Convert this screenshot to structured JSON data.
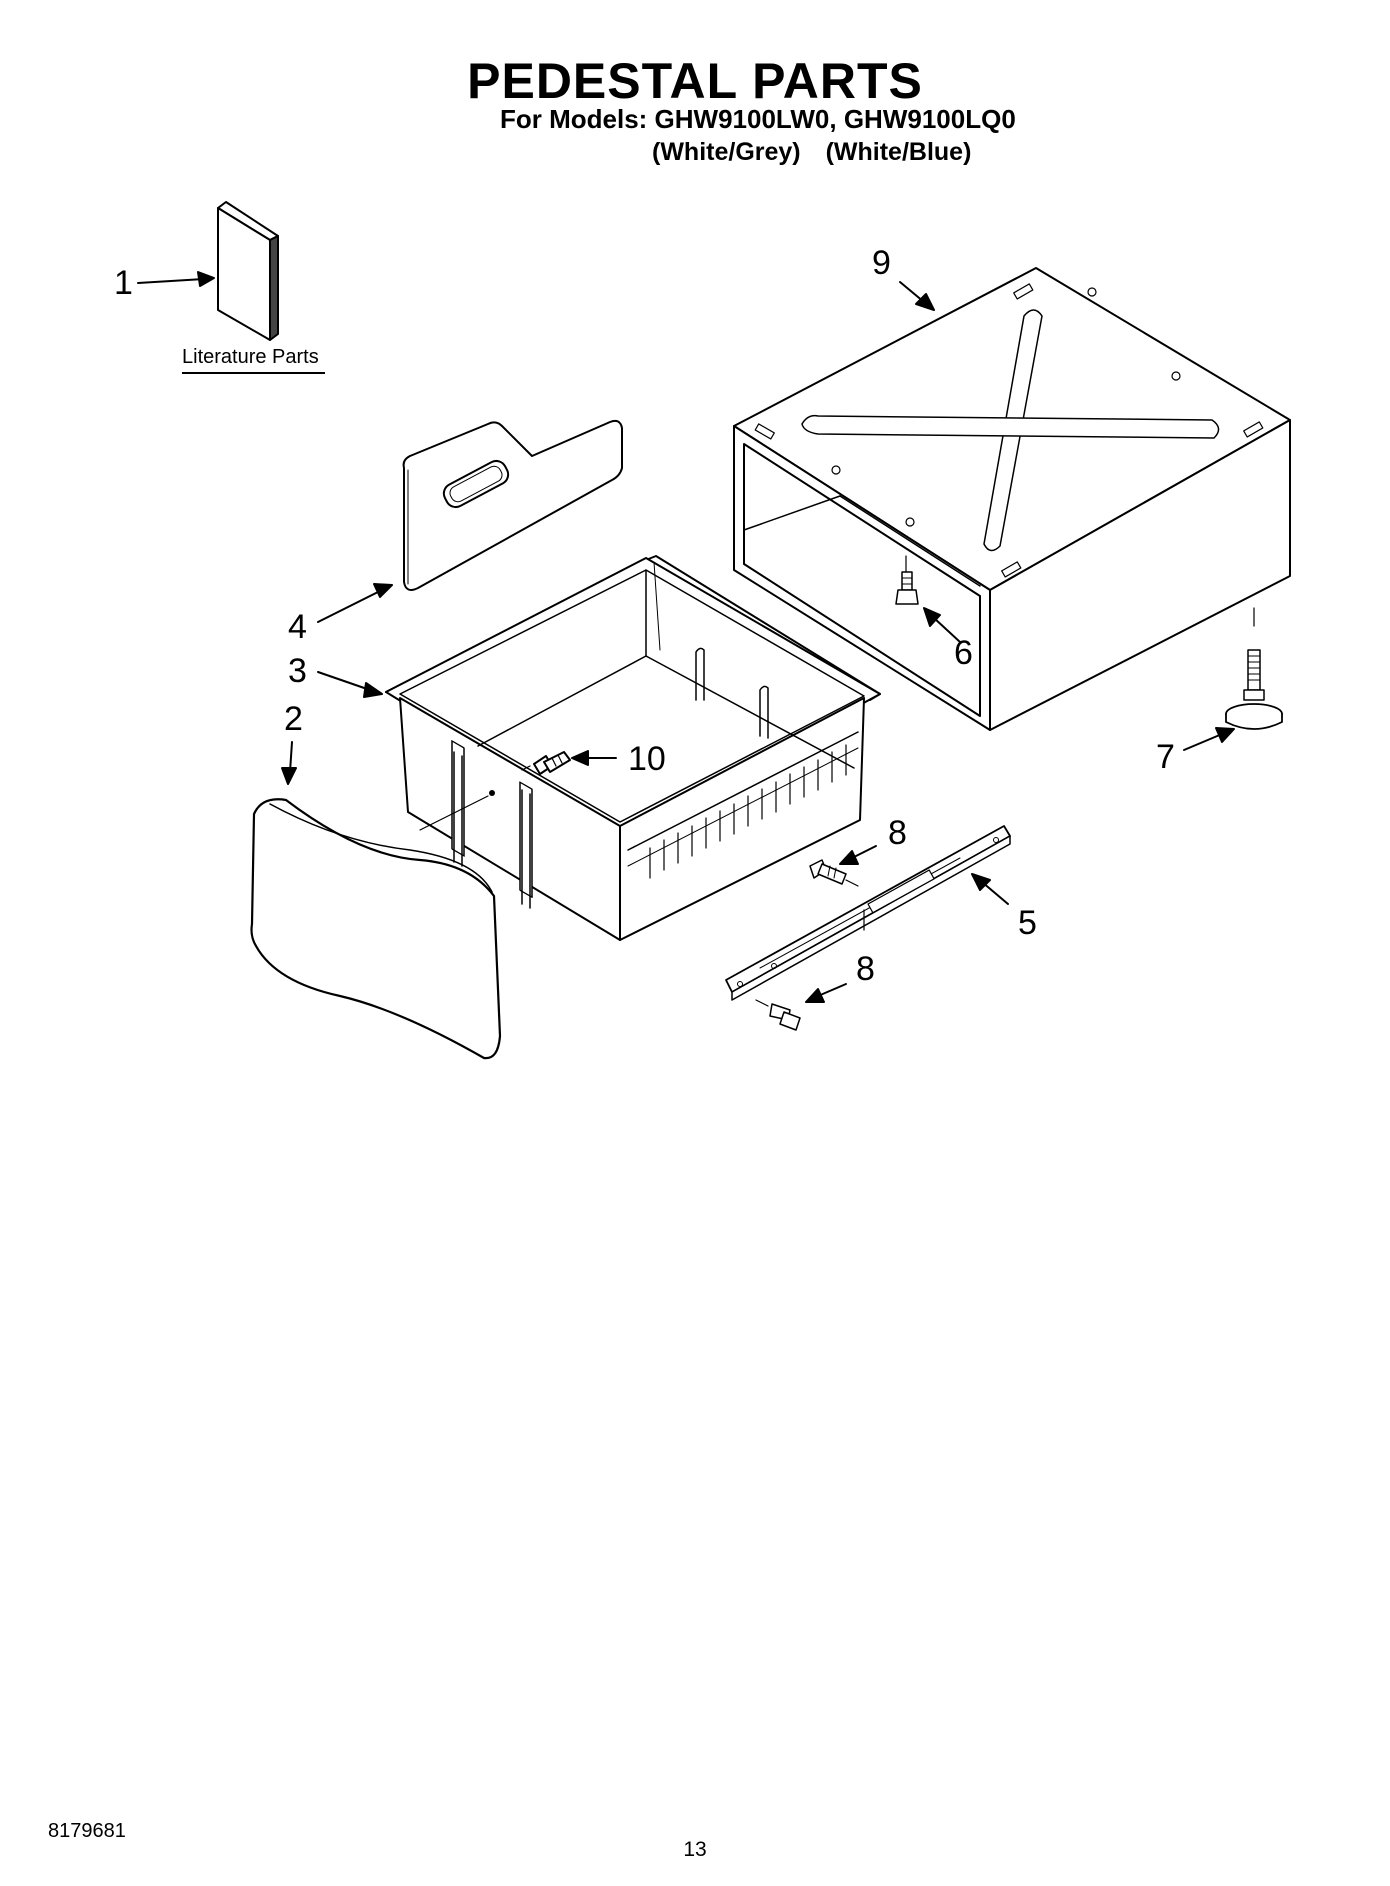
{
  "header": {
    "title": "PEDESTAL PARTS",
    "models_line": "For Models: GHW9100LW0, GHW9100LQ0",
    "color_1": "(White/Grey)",
    "color_2": "(White/Blue)"
  },
  "labels": {
    "literature": "Literature Parts"
  },
  "callouts": {
    "c1": "1",
    "c2": "2",
    "c3": "3",
    "c4": "4",
    "c5": "5",
    "c6": "6",
    "c7": "7",
    "c8a": "8",
    "c8b": "8",
    "c9": "9",
    "c10": "10"
  },
  "footer": {
    "doc_number": "8179681",
    "page_number": "13"
  }
}
